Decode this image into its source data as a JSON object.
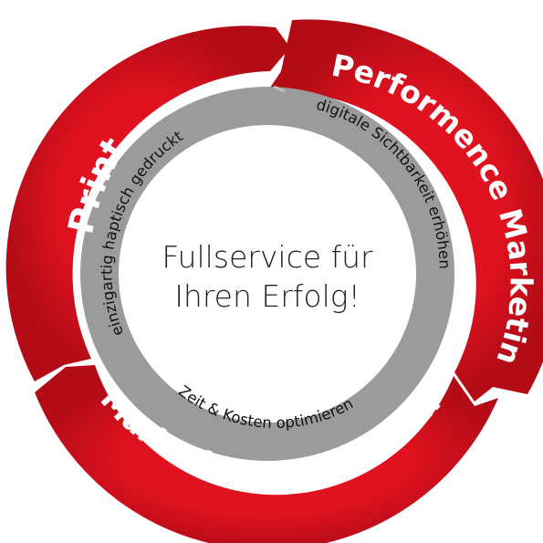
{
  "segments": [
    {
      "label": "Print"
    },
    {
      "label": "Performence Marketing"
    },
    {
      "label": "Marketing Automation"
    }
  ],
  "ring_labels": [
    {
      "label": "einzigartig haptisch gedruckt"
    },
    {
      "label": "digitale Sichtbarkeit erhöhen"
    },
    {
      "label": "Zeit & Kosten optimieren"
    }
  ],
  "center": {
    "line1": "Fullservice für",
    "line2": "Ihren Erfolg!"
  },
  "colors": {
    "segment_red": "#d2101e",
    "segment_red_dark": "#a50b15",
    "ring_gray": "#9b9b9b",
    "center_fill": "#ffffff"
  }
}
